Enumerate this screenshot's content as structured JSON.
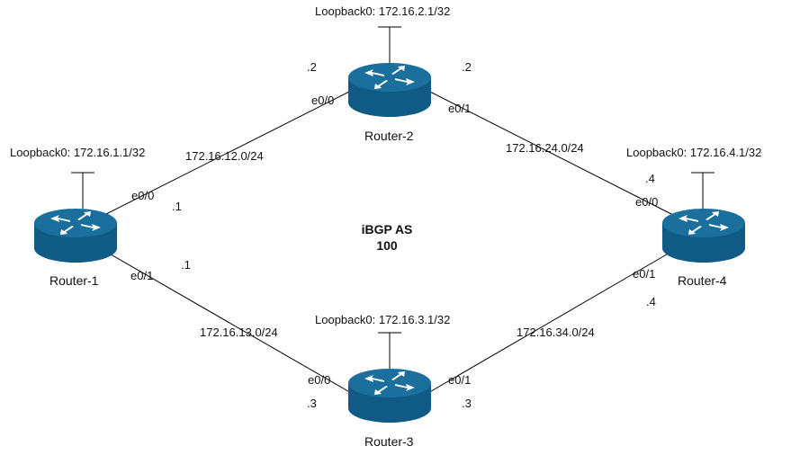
{
  "colors": {
    "router_fill": "#0f5b86",
    "router_top": "#1a6f9c",
    "line": "#000000",
    "arrow": "#ffffff"
  },
  "center": {
    "line1": "iBGP AS",
    "line2": "100"
  },
  "routers": {
    "r1": {
      "name": "Router-1",
      "loopback": "Loopback0: 172.16.1.1/32",
      "icon": "router-icon"
    },
    "r2": {
      "name": "Router-2",
      "loopback": "Loopback0:  172.16.2.1/32",
      "icon": "router-icon"
    },
    "r3": {
      "name": "Router-3",
      "loopback": "Loopback0:  172.16.3.1/32",
      "icon": "router-icon"
    },
    "r4": {
      "name": "Router-4",
      "loopback": "Loopback0:  172.16.4.1/32",
      "icon": "router-icon"
    }
  },
  "links": {
    "l12": {
      "subnet": "172.16.12.0/24",
      "a_if": "e0/0",
      "a_host": ".1",
      "b_if": "e0/0",
      "b_host": ".2"
    },
    "l24": {
      "subnet": "172.16.24.0/24",
      "a_if": "e0/1",
      "a_host": ".2",
      "b_if": "e0/0",
      "b_host": ".4"
    },
    "l13": {
      "subnet": "172.16.13.0/24",
      "a_if": "e0/1",
      "a_host": ".1",
      "b_if": "e0/0",
      "b_host": ".3"
    },
    "l34": {
      "subnet": "172.16.34.0/24",
      "a_if": "e0/1",
      "a_host": ".3",
      "b_if": "e0/1",
      "b_host": ".4"
    }
  }
}
